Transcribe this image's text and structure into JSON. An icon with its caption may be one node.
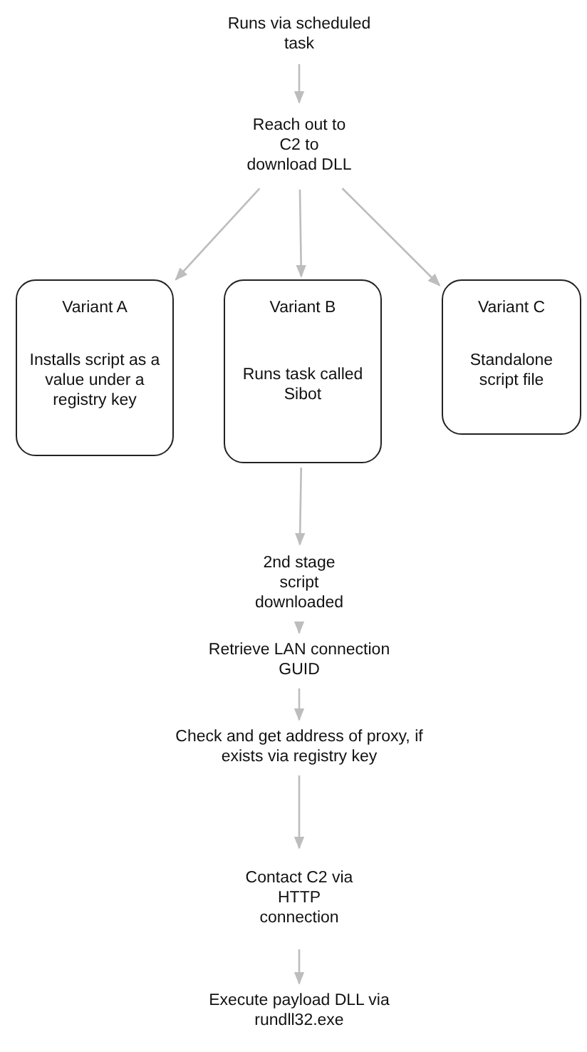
{
  "diagram": {
    "nodes": [
      {
        "text": [
          "Runs via scheduled task"
        ]
      },
      {
        "text": [
          "Reach out to C2 to download DLL"
        ]
      },
      {
        "text": [
          "Variant A",
          "Installs script as a value under a registry key"
        ]
      },
      {
        "text": [
          "Variant B",
          "Runs task called Sibot"
        ]
      },
      {
        "text": [
          "Variant C",
          "Standalone script file"
        ]
      },
      {
        "text": [
          "2nd stage script downloaded"
        ]
      },
      {
        "text": [
          "Retrieve LAN connection GUID"
        ]
      },
      {
        "text": [
          "Check and get address of proxy, if exists via registry key"
        ]
      },
      {
        "text": [
          "Contact C2 via HTTP connection"
        ]
      },
      {
        "text": [
          "Execute payload DLL via rundll32.exe"
        ]
      }
    ],
    "edges": [
      {
        "from": 0,
        "to": 1,
        "arrow": "to"
      },
      {
        "from": 1,
        "to": 2,
        "arrow": "to"
      },
      {
        "from": 1,
        "to": 3,
        "arrow": "to"
      },
      {
        "from": 1,
        "to": 4,
        "arrow": "to"
      },
      {
        "from": 3,
        "to": 5,
        "arrow": "to"
      },
      {
        "from": 5,
        "to": 6,
        "arrow": "to"
      },
      {
        "from": 6,
        "to": 7,
        "arrow": "to"
      },
      {
        "from": 7,
        "to": 8,
        "arrow": "to"
      },
      {
        "from": 8,
        "to": 9,
        "arrow": "to"
      }
    ]
  }
}
